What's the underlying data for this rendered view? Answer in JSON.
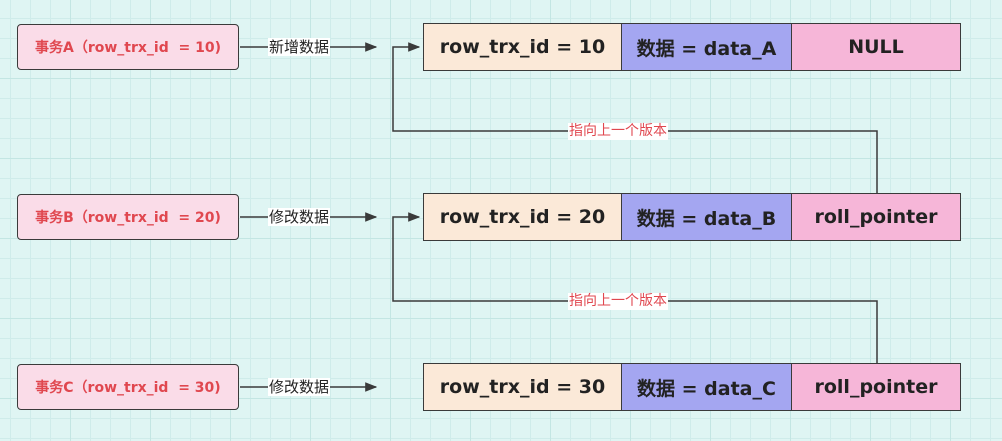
{
  "transactions": [
    {
      "label": "事务A（row_trx_id  = 10)",
      "action": "新增数据"
    },
    {
      "label": "事务B（row_trx_id  = 20)",
      "action": "修改数据"
    },
    {
      "label": "事务C（row_trx_id  = 30)",
      "action": "修改数据"
    }
  ],
  "records": [
    {
      "row_trx_id": "row_trx_id = 10",
      "data": "数据 = data_A",
      "pointer": "NULL"
    },
    {
      "row_trx_id": "row_trx_id = 20",
      "data": "数据 = data_B",
      "pointer": "roll_pointer"
    },
    {
      "row_trx_id": "row_trx_id = 30",
      "data": "数据 = data_C",
      "pointer": "roll_pointer"
    }
  ],
  "links": [
    {
      "label": "指向上一个版本"
    },
    {
      "label": "指向上一个版本"
    }
  ],
  "colors": {
    "background": "#dff5f3",
    "transaction_fill": "#fadce8",
    "transaction_text": "#e0474f",
    "id_cell": "#fbe9d8",
    "data_cell": "#a4a6f1",
    "pointer_cell": "#f6b6d8",
    "line": "#3a3a3a"
  }
}
